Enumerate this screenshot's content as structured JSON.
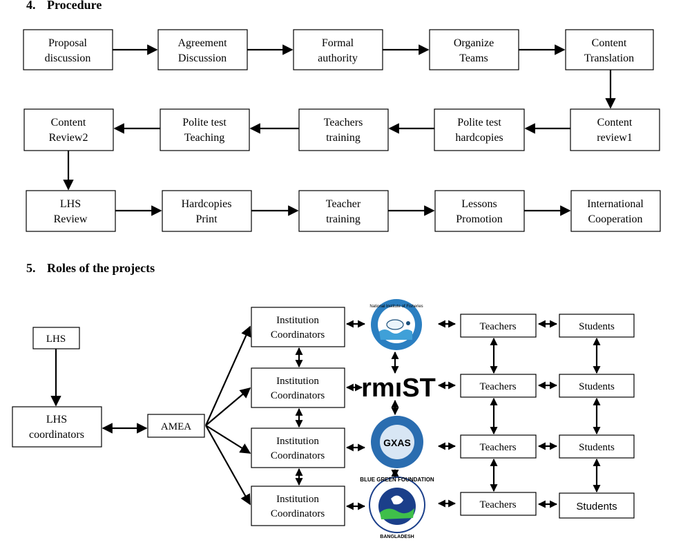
{
  "section4": {
    "number": "4.",
    "title": "Procedure"
  },
  "section5": {
    "number": "5.",
    "title": "Roles of the projects"
  },
  "procedure": {
    "row1": [
      {
        "line1": "Proposal",
        "line2": "discussion"
      },
      {
        "line1": "Agreement",
        "line2": "Discussion"
      },
      {
        "line1": "Formal",
        "line2": "authority"
      },
      {
        "line1": "Organize",
        "line2": "Teams"
      },
      {
        "line1": "Content",
        "line2": "Translation"
      }
    ],
    "row2": [
      {
        "line1": "Content",
        "line2": "Review2"
      },
      {
        "line1": "Polite test",
        "line2": "Teaching"
      },
      {
        "line1": "Teachers",
        "line2": "training"
      },
      {
        "line1": "Polite test",
        "line2": "hardcopies"
      },
      {
        "line1": "Content",
        "line2": "review1"
      }
    ],
    "row3": [
      {
        "line1": "LHS",
        "line2": "Review"
      },
      {
        "line1": "Hardcopies",
        "line2": "Print"
      },
      {
        "line1": "Teacher",
        "line2": "training"
      },
      {
        "line1": "Lessons",
        "line2": "Promotion"
      },
      {
        "line1": "International",
        "line2": "Cooperation"
      }
    ]
  },
  "roles": {
    "lhs": "LHS",
    "lhs_coordinators": {
      "line1": "LHS",
      "line2": "coordinators"
    },
    "amea": "AMEA",
    "institutions": [
      {
        "line1": "Institution",
        "line2": "Coordinators",
        "teachers": "Teachers",
        "students": "Students"
      },
      {
        "line1": "Institution",
        "line2": "Coordinators",
        "teachers": "Teachers",
        "students": "Students"
      },
      {
        "line1": "Institution",
        "line2": "Coordinators",
        "teachers": "Teachers",
        "students": "Students"
      },
      {
        "line1": "Institution",
        "line2": "Coordinators",
        "teachers": "Teachers",
        "students": "Students"
      }
    ],
    "logos": [
      {
        "name": "national-institute-logo",
        "ring_text": "National Institute of Fisheries"
      },
      {
        "name": "rmit-logo",
        "text": "rmıST",
        "color": "#1a9ad6"
      },
      {
        "name": "gxas-logo",
        "text": "GXAS",
        "color": "#2a6db0"
      },
      {
        "name": "blue-green-foundation-logo",
        "ring_text": "BLUE GREEN FOUNDATION",
        "bottom_text": "BANGLADESH"
      }
    ]
  }
}
